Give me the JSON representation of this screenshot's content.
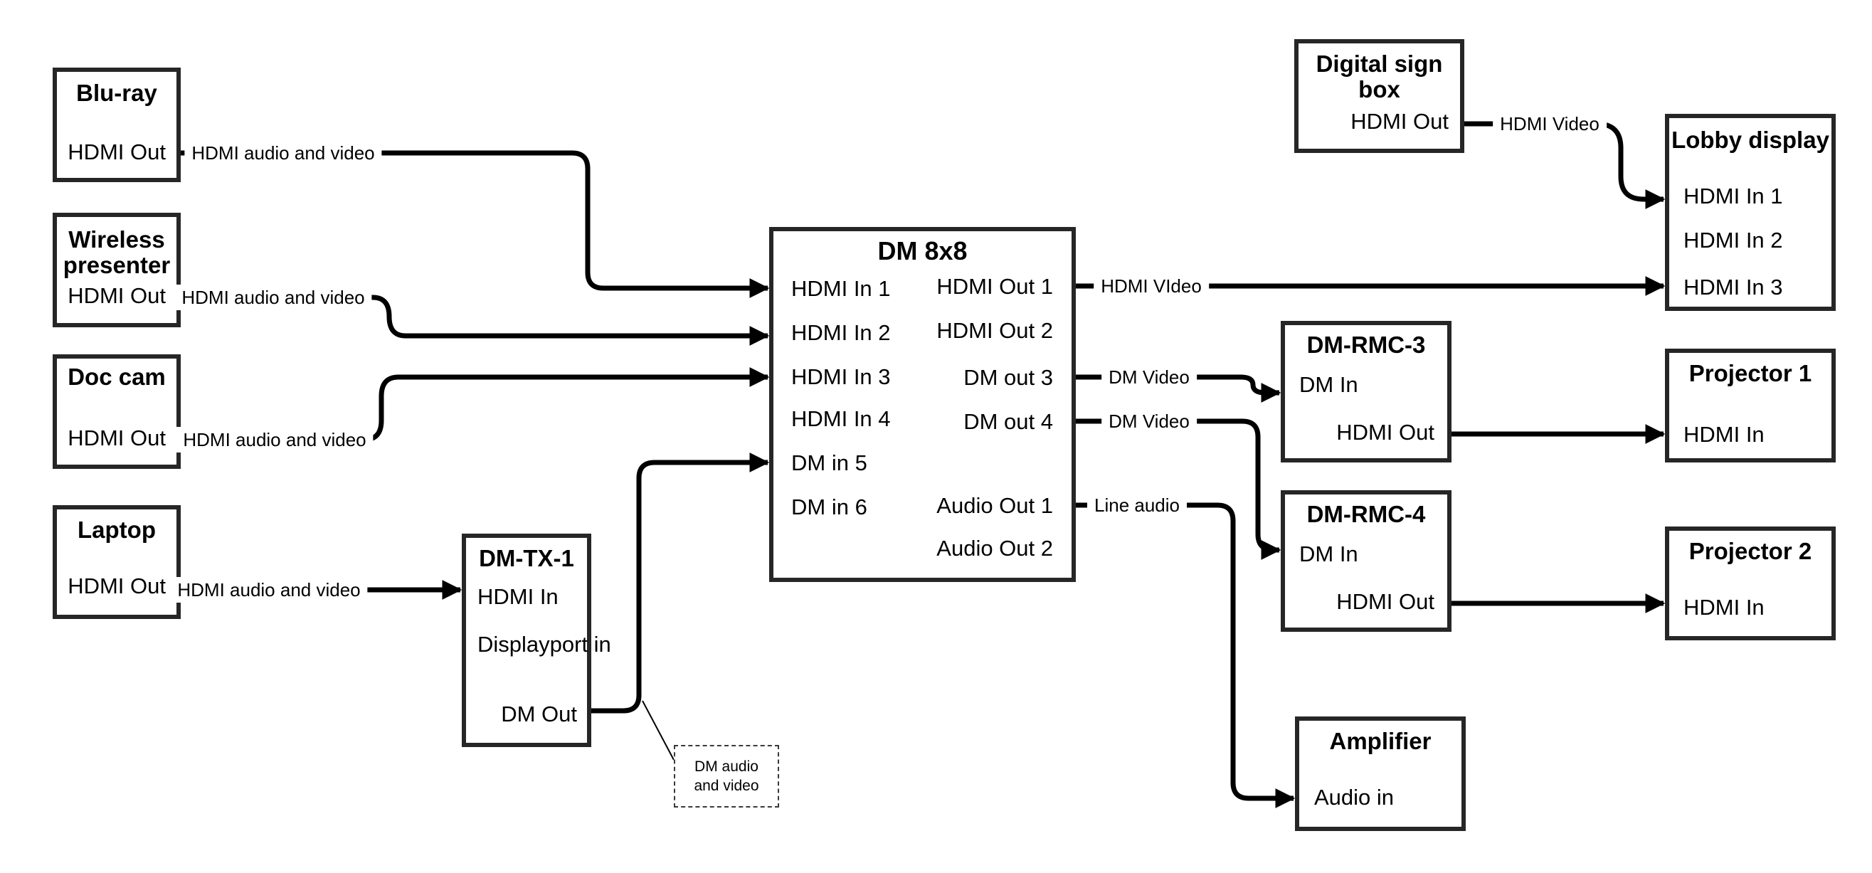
{
  "nodes": {
    "bluray": {
      "title": "Blu-ray",
      "port_hdmi_out": "HDMI Out"
    },
    "wireless_presenter": {
      "title": "Wireless presenter",
      "port_hdmi_out": "HDMI Out"
    },
    "doc_cam": {
      "title": "Doc cam",
      "port_hdmi_out": "HDMI Out"
    },
    "laptop": {
      "title": "Laptop",
      "port_hdmi_out": "HDMI Out"
    },
    "dm_tx_1": {
      "title": "DM-TX-1",
      "port_hdmi_in": "HDMI In",
      "port_displayport_in": "Displayport in",
      "port_dm_out": "DM Out"
    },
    "dm_8x8": {
      "title": "DM 8x8",
      "inputs": [
        "HDMI In 1",
        "HDMI In 2",
        "HDMI In 3",
        "HDMI In 4",
        "DM in 5",
        "DM in 6"
      ],
      "outputs": [
        "HDMI Out 1",
        "HDMI Out 2",
        "DM out 3",
        "DM out 4",
        "Audio Out 1",
        "Audio Out 2"
      ]
    },
    "digital_sign_box": {
      "title": "Digital sign box",
      "port_hdmi_out": "HDMI Out"
    },
    "lobby_display": {
      "title": "Lobby display",
      "inputs": [
        "HDMI In 1",
        "HDMI In 2",
        "HDMI In 3"
      ]
    },
    "dm_rmc_3": {
      "title": "DM-RMC-3",
      "port_dm_in": "DM In",
      "port_hdmi_out": "HDMI Out"
    },
    "dm_rmc_4": {
      "title": "DM-RMC-4",
      "port_dm_in": "DM In",
      "port_hdmi_out": "HDMI Out"
    },
    "projector_1": {
      "title": "Projector 1",
      "port_hdmi_in": "HDMI In"
    },
    "projector_2": {
      "title": "Projector 2",
      "port_hdmi_in": "HDMI In"
    },
    "amplifier": {
      "title": "Amplifier",
      "port_audio_in": "Audio in"
    }
  },
  "edge_labels": {
    "bluray_to_dm8x8": "HDMI audio and video",
    "wireless_to_dm8x8": "HDMI audio and video",
    "doccam_to_dm8x8": "HDMI audio and video",
    "laptop_to_dmtx1": "HDMI audio and video",
    "digitalsign_to_lobby": "HDMI Video",
    "dm8x8_out1_to_lobby": "HDMI VIdeo",
    "dm8x8_out3_to_rmc3": "DM Video",
    "dm8x8_out4_to_rmc4": "DM Video",
    "dm8x8_audio1_to_amp": "Line audio"
  },
  "callout": {
    "text": "DM audio and video"
  },
  "colors": {
    "background": "#ffffff",
    "line": "#000000",
    "box_border": "#262626",
    "text": "#000000"
  }
}
